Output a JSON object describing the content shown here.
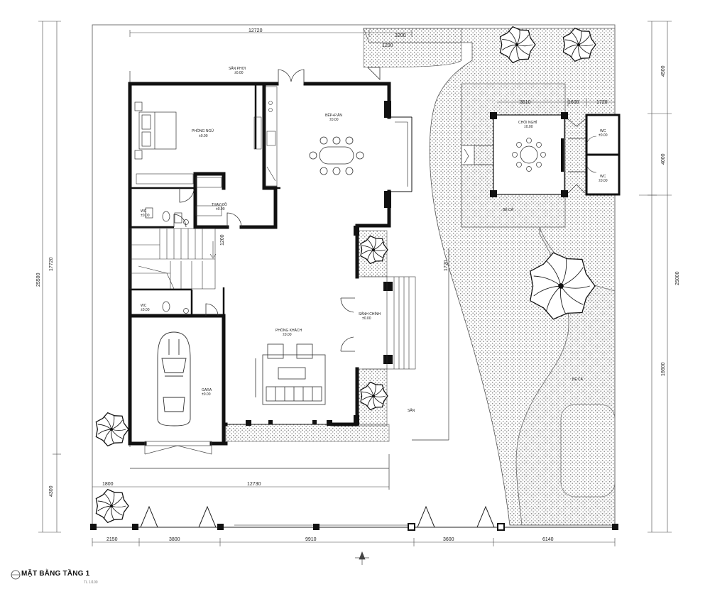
{
  "dimensions": {
    "top_overall": "12720",
    "top_right_gap": "3200",
    "top_right_small": "1200",
    "bottom_inner": "12730",
    "left_bottom_short": "1800",
    "bottom_segments": [
      "2150",
      "3800",
      "9910",
      "3600",
      "6140"
    ],
    "left_upper": "17720",
    "left_overall": "25500",
    "left_lower": "4300",
    "stair_width": "1200",
    "mid_vertical": "1720",
    "right_top": "4500",
    "right_mid": "4000",
    "right_overall": "25000",
    "right_lower": "16600",
    "gazebo_widths": [
      "3610",
      "1600",
      "1720"
    ]
  },
  "rooms": {
    "san_phoi": {
      "name": "SÂN PHƠI",
      "level": "±0.00"
    },
    "phong_ngu": {
      "name": "PHÒNG NGỦ",
      "level": "±0.00"
    },
    "bep_an": {
      "name": "BẾP+P.ĂN",
      "level": "±0.00"
    },
    "wc_1": {
      "name": "WC",
      "level": "±0.00"
    },
    "thay_do": {
      "name": "THAY ĐỒ",
      "level": "±0.00"
    },
    "wc_2": {
      "name": "WC",
      "level": "±0.00"
    },
    "sanh_chinh": {
      "name": "SẢNH CHÍNH",
      "level": "±0.00"
    },
    "phong_khach": {
      "name": "PHÒNG KHÁCH",
      "level": "±0.00"
    },
    "gara": {
      "name": "GARA",
      "level": "±0.00"
    },
    "san": {
      "name": "SÂN"
    },
    "choi_nghi": {
      "name": "CHÒI NGHỈ",
      "level": "±0.00"
    },
    "wc_3": {
      "name": "WC",
      "level": "±0.00"
    },
    "wc_4": {
      "name": "WC",
      "level": "±0.00"
    },
    "be_ca_1": {
      "name": "BỂ CÁ"
    },
    "be_ca_2": {
      "name": "BỂ CÁ"
    }
  },
  "caption": "MẶT BẰNG TẦNG 1",
  "scale": "TL 1/100",
  "colors": {
    "wall": "#111111",
    "line": "#444444",
    "dots": "#8a8a8a",
    "background": "#ffffff"
  }
}
